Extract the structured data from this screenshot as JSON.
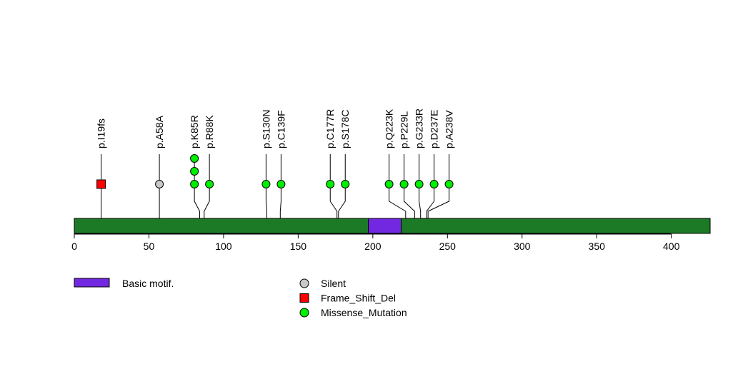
{
  "chart_data": {
    "type": "lollipop",
    "protein_length": 426,
    "x_ticks": [
      0,
      50,
      100,
      150,
      200,
      250,
      300,
      350,
      400
    ],
    "domains": [
      {
        "name": "Basic motif.",
        "start": 197,
        "end": 219,
        "color": "#7228e0"
      }
    ],
    "backbone_color": "#1c7a26",
    "mutations": [
      {
        "label": "p.I19fs",
        "position": 18,
        "count": 1,
        "type": "Frame_Shift_Del"
      },
      {
        "label": "p.A58A",
        "position": 57,
        "count": 1,
        "type": "Silent"
      },
      {
        "label": "p.K85R",
        "position": 84,
        "count": 3,
        "type": "Missense_Mutation"
      },
      {
        "label": "p.R88K",
        "position": 87,
        "count": 1,
        "type": "Missense_Mutation"
      },
      {
        "label": "p.S130N",
        "position": 129,
        "count": 1,
        "type": "Missense_Mutation"
      },
      {
        "label": "p.C139F",
        "position": 138,
        "count": 1,
        "type": "Missense_Mutation"
      },
      {
        "label": "p.C177R",
        "position": 176,
        "count": 1,
        "type": "Missense_Mutation"
      },
      {
        "label": "p.S178C",
        "position": 177,
        "count": 1,
        "type": "Missense_Mutation"
      },
      {
        "label": "p.Q223K",
        "position": 222,
        "count": 1,
        "type": "Missense_Mutation"
      },
      {
        "label": "p.P229L",
        "position": 228,
        "count": 1,
        "type": "Missense_Mutation"
      },
      {
        "label": "p.G233R",
        "position": 232,
        "count": 1,
        "type": "Missense_Mutation"
      },
      {
        "label": "p.D237E",
        "position": 236,
        "count": 1,
        "type": "Missense_Mutation"
      },
      {
        "label": "p.A238V",
        "position": 237,
        "count": 1,
        "type": "Missense_Mutation"
      }
    ],
    "mutation_types": [
      {
        "name": "Silent",
        "shape": "circle",
        "color": "#c8c8c8"
      },
      {
        "name": "Frame_Shift_Del",
        "shape": "square",
        "color": "#ff0000"
      },
      {
        "name": "Missense_Mutation",
        "shape": "circle",
        "color": "#00ee00"
      }
    ]
  }
}
